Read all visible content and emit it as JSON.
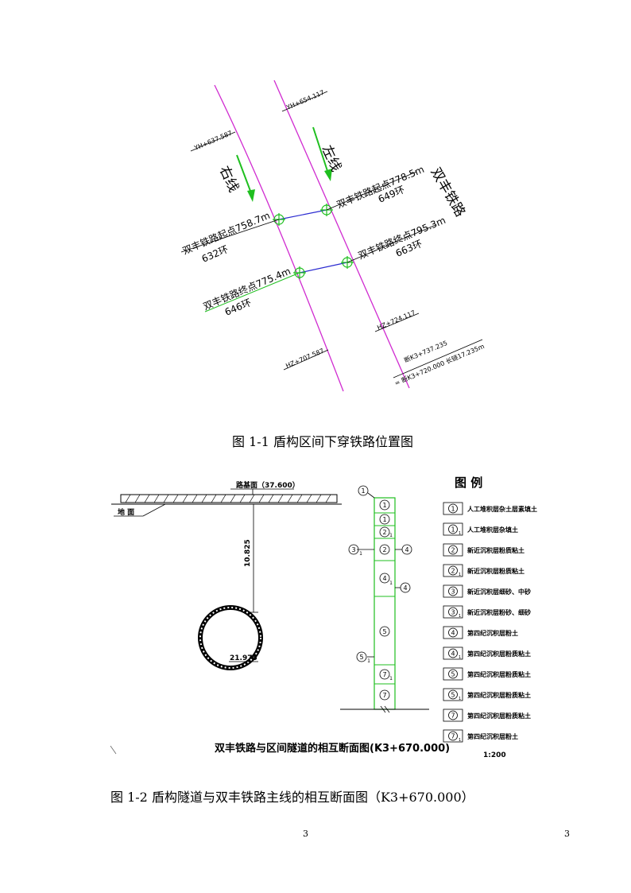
{
  "figure1": {
    "caption": "图 1-1  盾构区间下穿铁路位置图",
    "labels": {
      "yh_left": "YH+637.587",
      "yh_right": "YH+654.117",
      "zuo_xian": "左线",
      "you_xian": "右线",
      "railway_name": "双丰铁路",
      "start_right": "双丰铁路起点778.5m",
      "ring_649": "649环",
      "start_left": "双丰铁路起点758.7m",
      "ring_632": "632环",
      "end_right": "双丰铁路终点795.3m",
      "ring_663": "663环",
      "end_left": "双丰铁路终点775.4m",
      "ring_646": "646环",
      "hz_right": "HZ+724.117",
      "hz_left": "HZ+707.587",
      "chain1": "断K3+737.235",
      "chain2": "= 断K3+720.000  长链17.235m"
    },
    "colors": {
      "alignment": "#d02bd0",
      "survey": "#2a2ad0",
      "arrow": "#1fbf1f",
      "railway_text": "#000000"
    }
  },
  "figure2": {
    "caption": "图 1-2   盾构隧道与双丰铁路主线的相互断面图（K3+670.000）",
    "road_label": "路基面（37.600）",
    "ground_label": "地  面",
    "depth": "10.825",
    "bottom_elev": "21.975",
    "title": "双丰铁路与区间隧道的相互断面图(K3+670.000)",
    "scale": "1:200",
    "legend_title": "图  例",
    "column_layers": [
      {
        "code": "1",
        "sub": ""
      },
      {
        "code": "1",
        "sub": ""
      },
      {
        "code": "2",
        "sub": "1"
      },
      {
        "code": "2",
        "sub": ""
      },
      {
        "code": "4",
        "sub": "1"
      },
      {
        "code": "5",
        "sub": ""
      },
      {
        "code": "7",
        "sub": "1"
      },
      {
        "code": "7",
        "sub": ""
      }
    ],
    "side_markers": [
      {
        "code": "1",
        "sub": ""
      },
      {
        "code": "3",
        "sub": "1"
      },
      {
        "code": "4",
        "sub": ""
      },
      {
        "code": "4",
        "sub": ""
      },
      {
        "code": "5",
        "sub": "1"
      }
    ],
    "legend": [
      {
        "code": "1",
        "sub": "",
        "text": "人工堆积层杂土层素填土"
      },
      {
        "code": "1",
        "sub": "1",
        "text": "人工堆积层杂填土"
      },
      {
        "code": "2",
        "sub": "",
        "text": "新近沉积层粉质粘土"
      },
      {
        "code": "2",
        "sub": "1",
        "text": "新近沉积层粉质粘土"
      },
      {
        "code": "3",
        "sub": "",
        "text": "新近沉积层细砂、中砂"
      },
      {
        "code": "3",
        "sub": "1",
        "text": "新近沉积层粉砂、细砂"
      },
      {
        "code": "4",
        "sub": "",
        "text": "第四纪沉积层粉土"
      },
      {
        "code": "4",
        "sub": "1",
        "text": "第四纪沉积层粉质粘土"
      },
      {
        "code": "5",
        "sub": "",
        "text": "第四纪沉积层粉质粘土"
      },
      {
        "code": "5",
        "sub": "1",
        "text": "第四纪沉积层粉质粘土"
      },
      {
        "code": "7",
        "sub": "",
        "text": "第四纪沉积层粉质粘土"
      },
      {
        "code": "7",
        "sub": "1",
        "text": "第四纪沉积层粉土"
      }
    ]
  },
  "footer": {
    "page_center": "3",
    "page_right": "3"
  }
}
